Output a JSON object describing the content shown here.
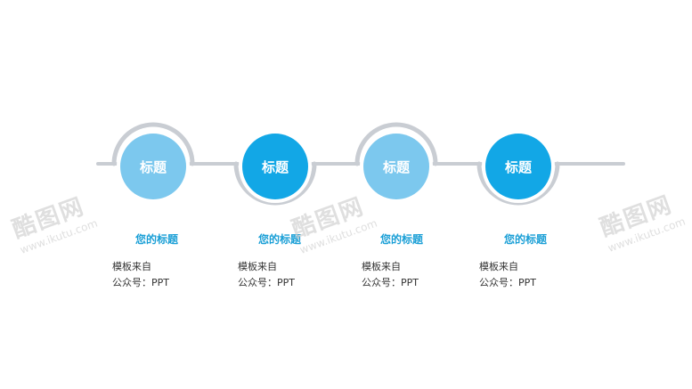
{
  "steps": [
    {
      "node_label": "标题",
      "title": "您的标题",
      "desc_line1": "模板来自",
      "desc_line2": "公众号：PPT",
      "fill": "#7cc8ee"
    },
    {
      "node_label": "标题",
      "title": "您的标题",
      "desc_line1": "模板来自",
      "desc_line2": "公众号：PPT",
      "fill": "#12a7e6"
    },
    {
      "node_label": "标题",
      "title": "您的标题",
      "desc_line1": "模板来自",
      "desc_line2": "公众号：PPT",
      "fill": "#7cc8ee"
    },
    {
      "node_label": "标题",
      "title": "您的标题",
      "desc_line1": "模板来自",
      "desc_line2": "公众号：PPT",
      "fill": "#12a7e6"
    }
  ],
  "colors": {
    "track": "#c9cdd3",
    "title_text": "#1a9fd6"
  },
  "watermark": {
    "brand": "酷图网",
    "url": "www.ikutu.com"
  }
}
